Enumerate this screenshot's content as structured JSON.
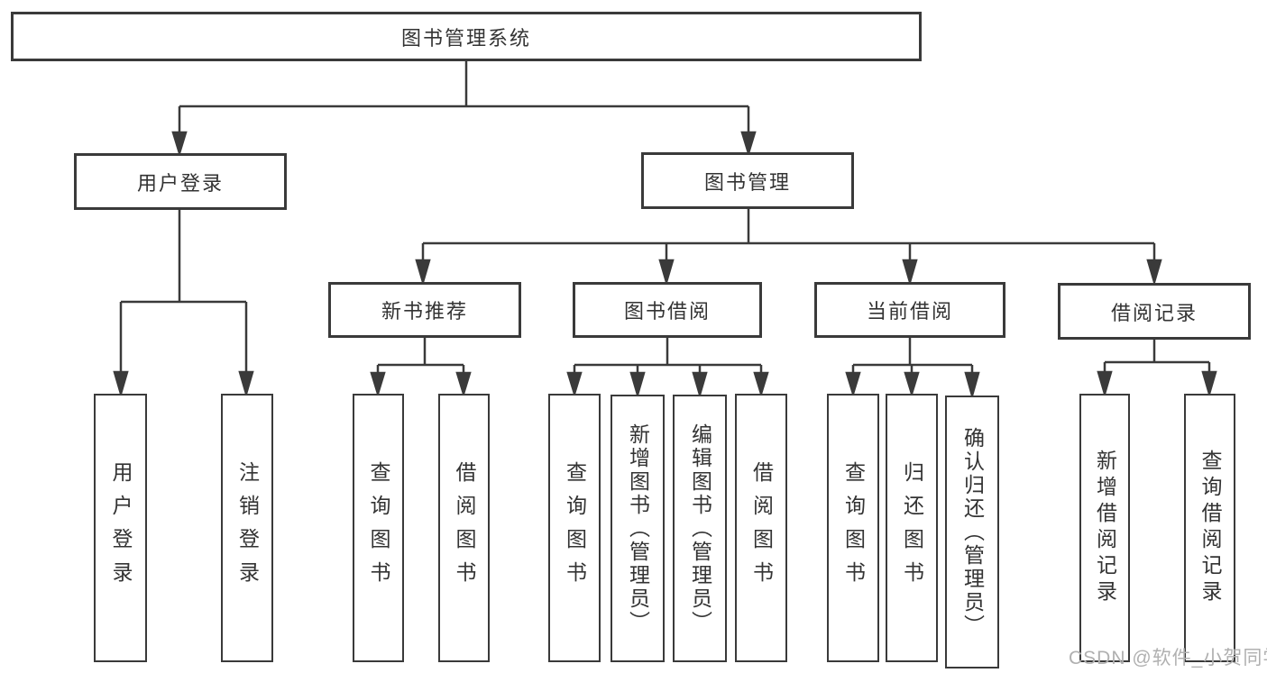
{
  "diagram_title": "图书管理系统",
  "watermark": "CSDN @软件_小贺同学",
  "nodes": {
    "root": "图书管理系统",
    "user_login": "用户登录",
    "book_management": "图书管理",
    "new_book_recommend": "新书推荐",
    "book_borrow": "图书借阅",
    "current_borrow": "当前借阅",
    "borrow_record": "借阅记录",
    "user_login_leaf": "用户登录",
    "logout_leaf": "注销登录",
    "nbr_query_books": "查询图书",
    "nbr_borrow_books": "借阅图书",
    "bb_query_books": "查询图书",
    "bb_add_books": "新增图书（管理员）",
    "bb_edit_books": "编辑图书（管理员）",
    "bb_borrow_books": "借阅图书",
    "cb_query_books": "查询图书",
    "cb_return_books": "归还图书",
    "cb_confirm_return": "确认归还（管理员）",
    "br_add_record": "新增借阅记录",
    "br_query_record": "查询借阅记录"
  }
}
